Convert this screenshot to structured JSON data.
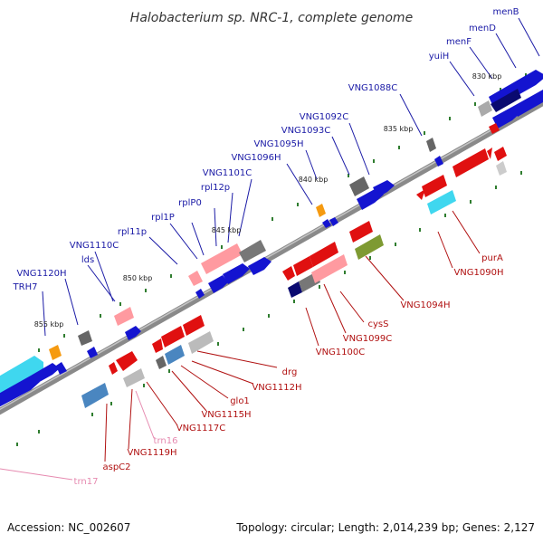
{
  "title": "Halobacterium sp. NRC-1, complete genome",
  "footer": {
    "accession": "Accession: NC_002607",
    "summary": "Topology: circular; Length: 2,014,239 bp; Genes: 2,127"
  },
  "scale_labels": [
    "830 kbp",
    "835 kbp",
    "840 kbp",
    "845 kbp",
    "850 kbp",
    "855 kbp"
  ],
  "colors": {
    "backbone": "#8a8a8a",
    "forward_label": "#1a1aa6",
    "reverse_label": "#b01010",
    "rna_label": "#e68ab0",
    "tick": "#2f7d2f",
    "forward_gene": "#1414d0",
    "reverse_gene": "#e01010",
    "pseudo_gene": "#ff9aa0",
    "grey_gene": "#777777",
    "cyan_gene": "#3fd7ef",
    "steel_gene": "#4a86c0",
    "orange_gene": "#f59a10",
    "olive_gene": "#7e9a32",
    "navy_gene": "#0a0a70"
  },
  "forward_gene_labels": [
    "menB",
    "menD",
    "menF",
    "yuiH",
    "VNG1088C",
    "VNG1092C",
    "VNG1093C",
    "VNG1095H",
    "VNG1096H",
    "VNG1101C",
    "rpl12p",
    "rplP0",
    "rpl1P",
    "rpl11p",
    "VNG1110C",
    "lds",
    "VNG1120H",
    "TRH7"
  ],
  "reverse_gene_labels": [
    "purA",
    "VNG1090H",
    "VNG1094H",
    "cysS",
    "VNG1099C",
    "VNG1100C",
    "drg",
    "VNG1112H",
    "glo1",
    "VNG1115H",
    "VNG1117C",
    "VNG1119H",
    "aspC2"
  ],
  "rna_gene_labels": [
    "trn16",
    "trn17"
  ]
}
